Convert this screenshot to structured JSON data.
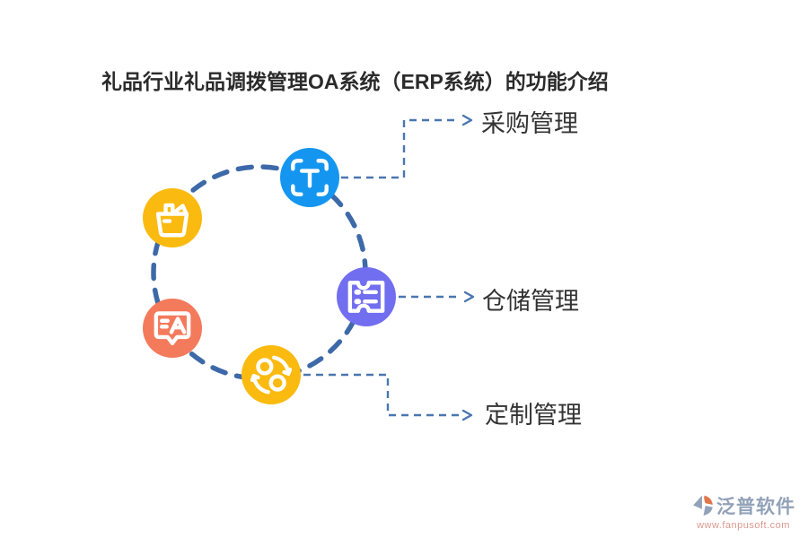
{
  "title": "礼品行业礼品调拨管理OA系统（ERP系统）的功能介绍",
  "diagram": {
    "circle_color": "#3d69a8",
    "connector_color": "#4a76b0",
    "nodes": [
      {
        "icon": "scan-text-icon",
        "color": "#1496f0"
      },
      {
        "icon": "basket-icon",
        "color": "#fbba0f"
      },
      {
        "icon": "translate-chat-icon",
        "color": "#f47a5c"
      },
      {
        "icon": "sync-icon",
        "color": "#fbba0f"
      },
      {
        "icon": "ticket-icon",
        "color": "#716ef0"
      }
    ],
    "labels": [
      {
        "text": "采购管理"
      },
      {
        "text": "仓储管理"
      },
      {
        "text": "定制管理"
      }
    ]
  },
  "footer": {
    "brand": "泛普软件",
    "url": "www.fanpusoft.com",
    "brand_color": "#92a2b8",
    "url_color": "#d8998f",
    "logo_orange": "#e0764a"
  }
}
